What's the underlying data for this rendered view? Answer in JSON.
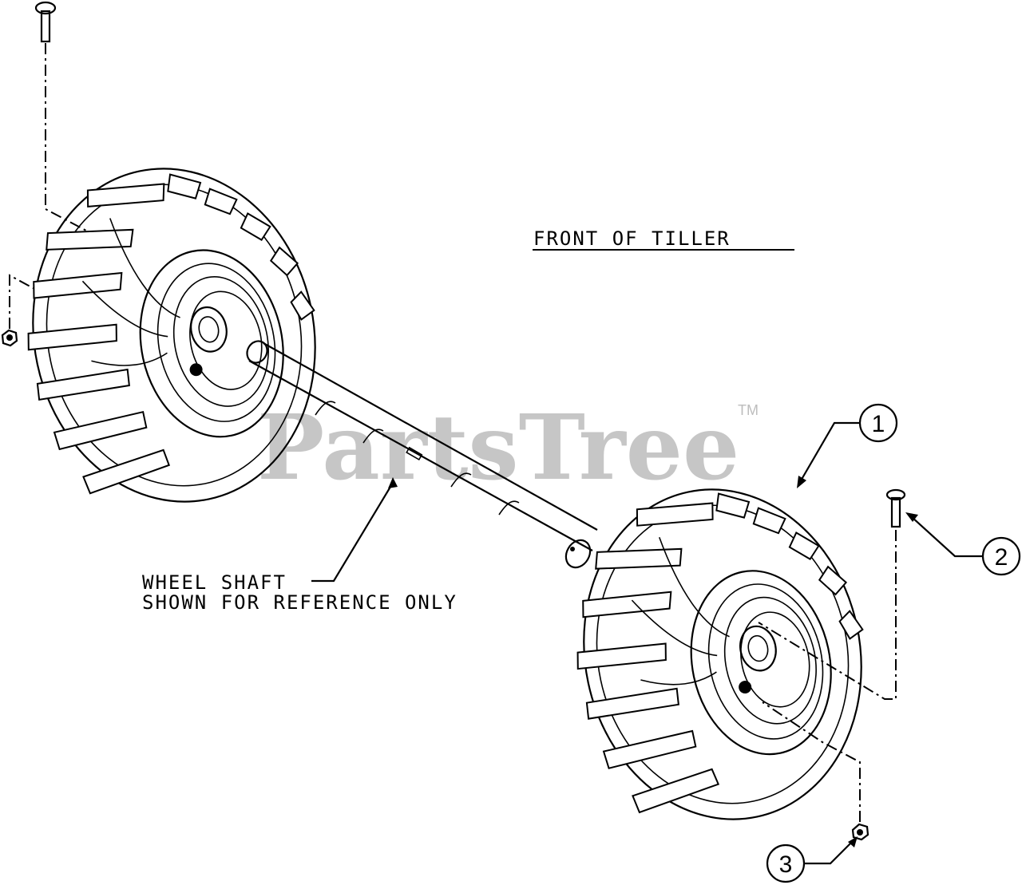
{
  "title": "FRONT OF TILLER",
  "note": {
    "line1": "WHEEL SHAFT",
    "line2": "SHOWN FOR REFERENCE ONLY"
  },
  "callouts": [
    {
      "id": "1",
      "label": "1"
    },
    {
      "id": "2",
      "label": "2"
    },
    {
      "id": "3",
      "label": "3"
    }
  ],
  "watermark": {
    "text": "PartsTree",
    "tm": "TM"
  },
  "colors": {
    "line": "#000000",
    "background": "#ffffff",
    "watermark": "#bdbdbd"
  }
}
